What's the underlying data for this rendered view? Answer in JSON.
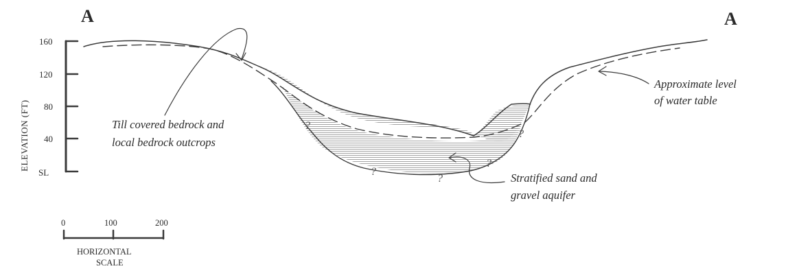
{
  "section_labels": {
    "left": "A",
    "right": "A"
  },
  "elevation_axis": {
    "title": "ELEVATION (FT)",
    "ticks": [
      "160",
      "120",
      "80",
      "40",
      "SL"
    ]
  },
  "horizontal_scale": {
    "ticks": [
      "0",
      "100",
      "200"
    ],
    "title_line1": "HORIZONTAL",
    "title_line2": "SCALE"
  },
  "annotations": {
    "till": {
      "line1": "Till covered bedrock and",
      "line2": "local bedrock outcrops"
    },
    "water_table": {
      "line1": "Approximate level",
      "line2": "of water table"
    },
    "aquifer": {
      "line1": "Stratified sand and",
      "line2": "gravel aquifer"
    }
  },
  "uncertain_contact_marker": "?",
  "colors": {
    "ink": "#3a3a3a",
    "aquifer_hatch": "#8a8a8a"
  }
}
